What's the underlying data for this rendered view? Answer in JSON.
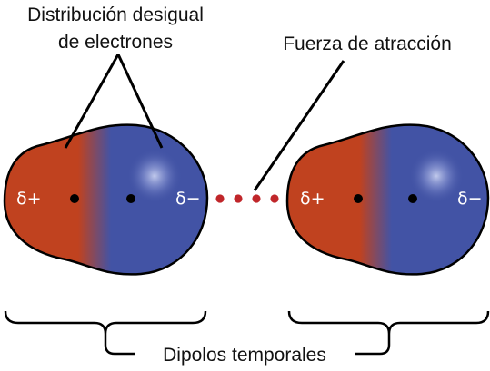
{
  "labels": {
    "distribution_line1": "Distribución desigual",
    "distribution_line2": "de electrones",
    "attraction": "Fuerza de atracción",
    "temporary_dipoles": "Dipolos temporales"
  },
  "molecules": [
    {
      "partial_positive": "δ+",
      "partial_negative": "δ−"
    },
    {
      "partial_positive": "δ+",
      "partial_negative": "δ−"
    }
  ],
  "colors": {
    "positive_region": "#c0421f",
    "negative_region": "#4253a5",
    "attraction_dots": "#c0262a",
    "nucleus": "#000000",
    "outline": "#000000"
  }
}
